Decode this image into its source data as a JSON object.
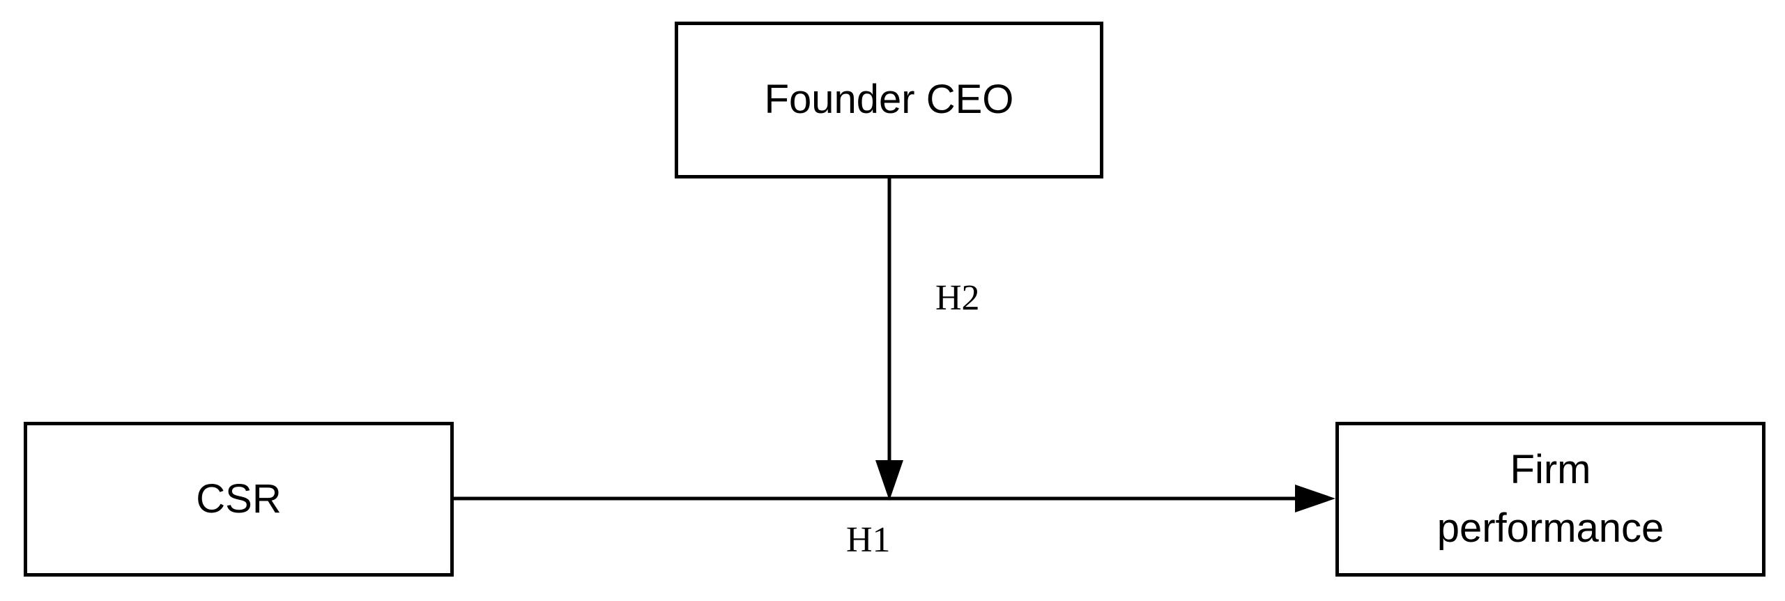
{
  "nodes": {
    "founder_ceo": {
      "label": "Founder CEO"
    },
    "csr": {
      "label": "CSR"
    },
    "firm_performance": {
      "label": "Firm\nperformance"
    }
  },
  "edges": {
    "h1": {
      "label": "H1",
      "from": "CSR",
      "to": "Firm performance"
    },
    "h2": {
      "label": "H2",
      "from": "Founder CEO",
      "to": "H1 path"
    }
  },
  "colors": {
    "stroke": "#000000",
    "background": "#ffffff"
  }
}
